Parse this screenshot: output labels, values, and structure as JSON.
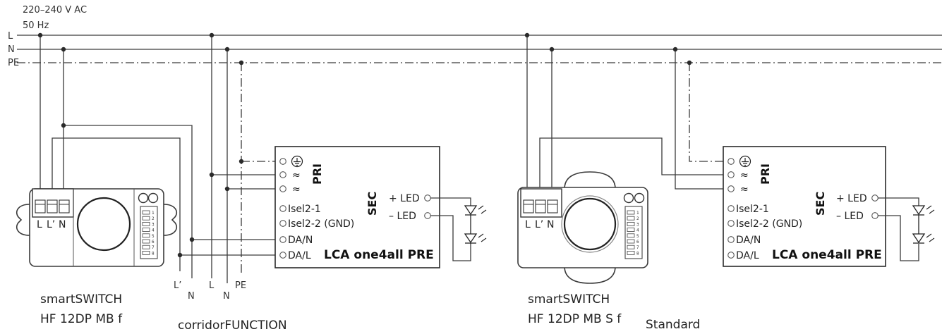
{
  "supply": {
    "voltage": "220–240 V AC",
    "frequency": "50 Hz"
  },
  "lines": {
    "l": "L",
    "n": "N",
    "pe": "PE"
  },
  "terminal_labels": {
    "l": "L",
    "lp": "L’",
    "n": "N"
  },
  "bottom_labels": {
    "lprime": "L’",
    "n1": "N",
    "l": "L",
    "n2": "N",
    "pe": "PE"
  },
  "sensor_left": {
    "name_line1": "smartSWITCH",
    "name_line2": "HF 12DP MB f"
  },
  "sensor_right": {
    "name_line1": "smartSWITCH",
    "name_line2": "HF 12DP MB S f"
  },
  "modes": {
    "left": "corridorFUNCTION",
    "right": "Standard"
  },
  "driver": {
    "name": "LCA one4all PRE",
    "pri": "PRI",
    "sec": "SEC",
    "led_plus": "+ LED",
    "led_minus": "– LED",
    "isel1": "Isel2-1",
    "isel2": "Isel2-2 (GND)",
    "dan": "DA/N",
    "dal": "DA/L",
    "ac_symbol": "≈"
  },
  "dip_digits": "12345678"
}
